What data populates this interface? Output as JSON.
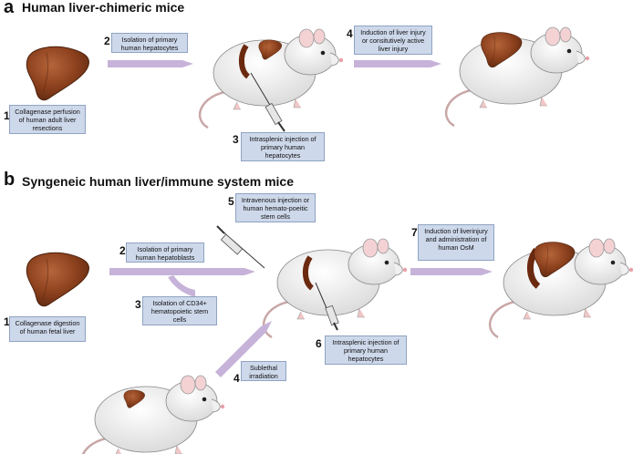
{
  "panel_a": {
    "letter": "a",
    "title": "Human liver-chimeric mice",
    "steps": [
      {
        "num": "1",
        "text": "Collagenase perfusion of human adult liver resections"
      },
      {
        "num": "2",
        "text": "Isolation of primary human hepatocytes"
      },
      {
        "num": "3",
        "text": "Intrasplenic injection of primary human hepatocytes"
      },
      {
        "num": "4",
        "text": "Induction of liver injury or consitutively active liver injury"
      }
    ]
  },
  "panel_b": {
    "letter": "b",
    "title": "Syngeneic human liver/immune system mice",
    "steps": [
      {
        "num": "1",
        "text": "Collagenase digestion of human fetal liver"
      },
      {
        "num": "2",
        "text": "Isolation of primary human hepatoblasts"
      },
      {
        "num": "3",
        "text": "Isolation of CD34+ hematopoietic stem cells"
      },
      {
        "num": "4",
        "text": "Sublethal irradiation"
      },
      {
        "num": "5",
        "text": "Intravenous injection or human hemato-poeitic stem cells"
      },
      {
        "num": "6",
        "text": "Intrasplenic injection of primary human hepatocytes"
      },
      {
        "num": "7",
        "text": "Induction of liverinjury and administration of human OsM"
      }
    ]
  },
  "colors": {
    "box_fill": "#cdd8ea",
    "box_border": "#8fa3c2",
    "arrow": "#c7b3d9",
    "liver": "#8a3f1c",
    "mouse_body": "#f2f2f2"
  }
}
